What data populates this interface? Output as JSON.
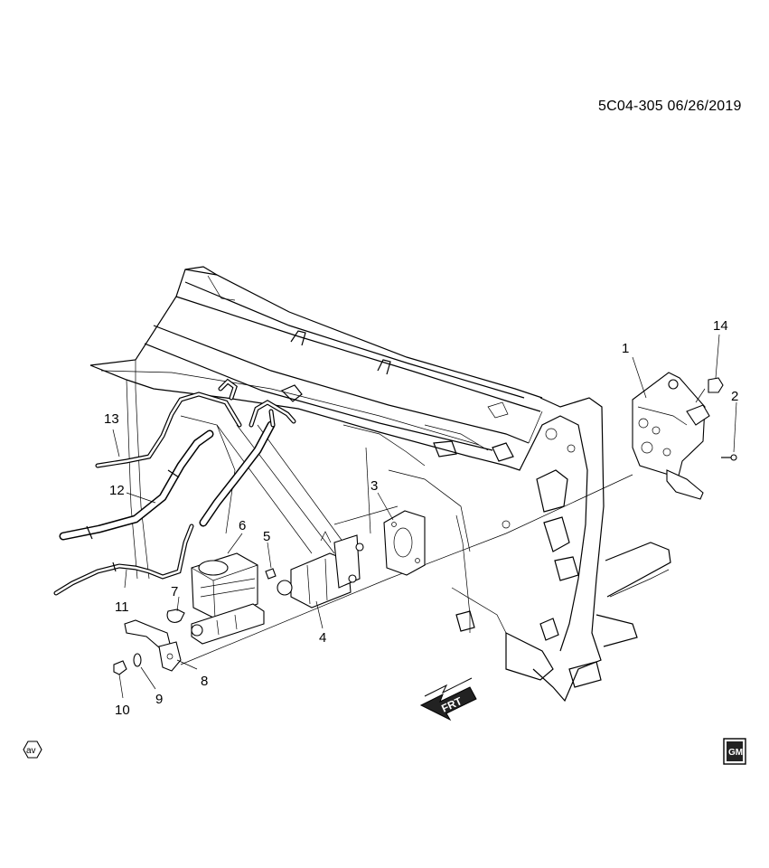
{
  "header": {
    "doc_id": "5C04-305  06/26/2019"
  },
  "callouts": [
    {
      "id": "1",
      "label": "1"
    },
    {
      "id": "2",
      "label": "2"
    },
    {
      "id": "3",
      "label": "3"
    },
    {
      "id": "4",
      "label": "4"
    },
    {
      "id": "5",
      "label": "5"
    },
    {
      "id": "6",
      "label": "6"
    },
    {
      "id": "7",
      "label": "7"
    },
    {
      "id": "8",
      "label": "8"
    },
    {
      "id": "9",
      "label": "9"
    },
    {
      "id": "10",
      "label": "10"
    },
    {
      "id": "11",
      "label": "11"
    },
    {
      "id": "12",
      "label": "12"
    },
    {
      "id": "13",
      "label": "13"
    },
    {
      "id": "14",
      "label": "14"
    }
  ],
  "direction_arrow": {
    "label": "FRT"
  },
  "badges": {
    "av": "av",
    "gm": "GM"
  }
}
